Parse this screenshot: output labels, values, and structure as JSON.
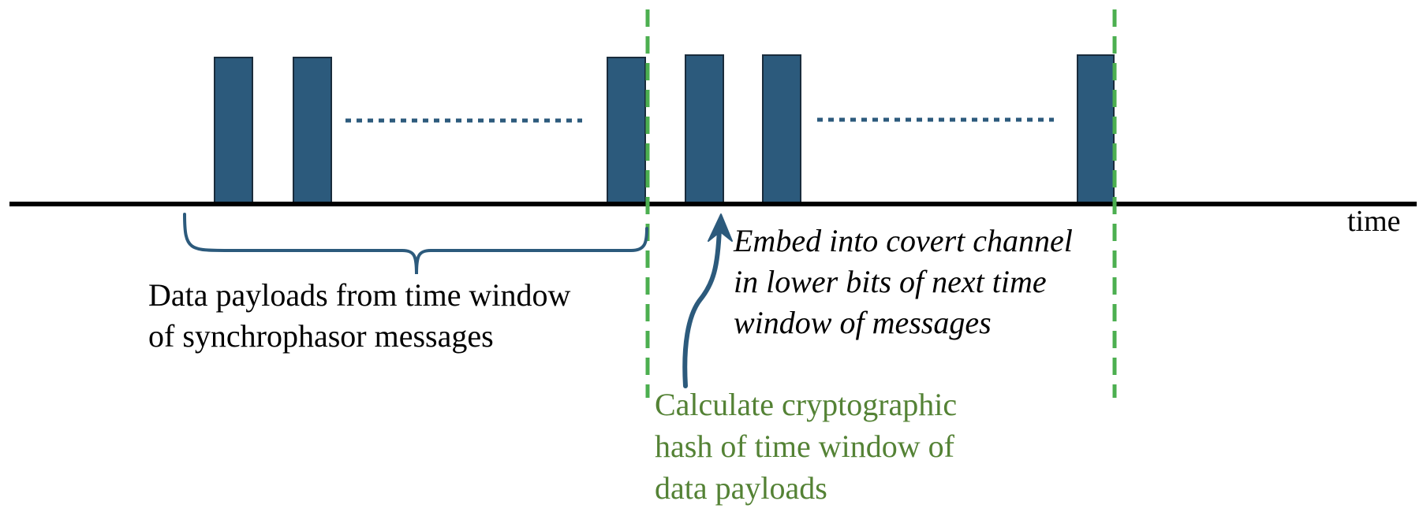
{
  "colors": {
    "message_block": "#2c5a7c",
    "window_boundary": "#4caf50",
    "hash_text": "#548235",
    "axis": "#000000"
  },
  "axis": {
    "label": "time"
  },
  "payload_note": {
    "lines": [
      "Data payloads from time window",
      "of synchrophasor messages"
    ]
  },
  "embed_note": {
    "lines": [
      "Embed into covert channel",
      "in lower bits of next time",
      "window of messages"
    ]
  },
  "hash_note": {
    "lines": [
      "Calculate cryptographic",
      "hash of time window of",
      "data payloads"
    ]
  }
}
